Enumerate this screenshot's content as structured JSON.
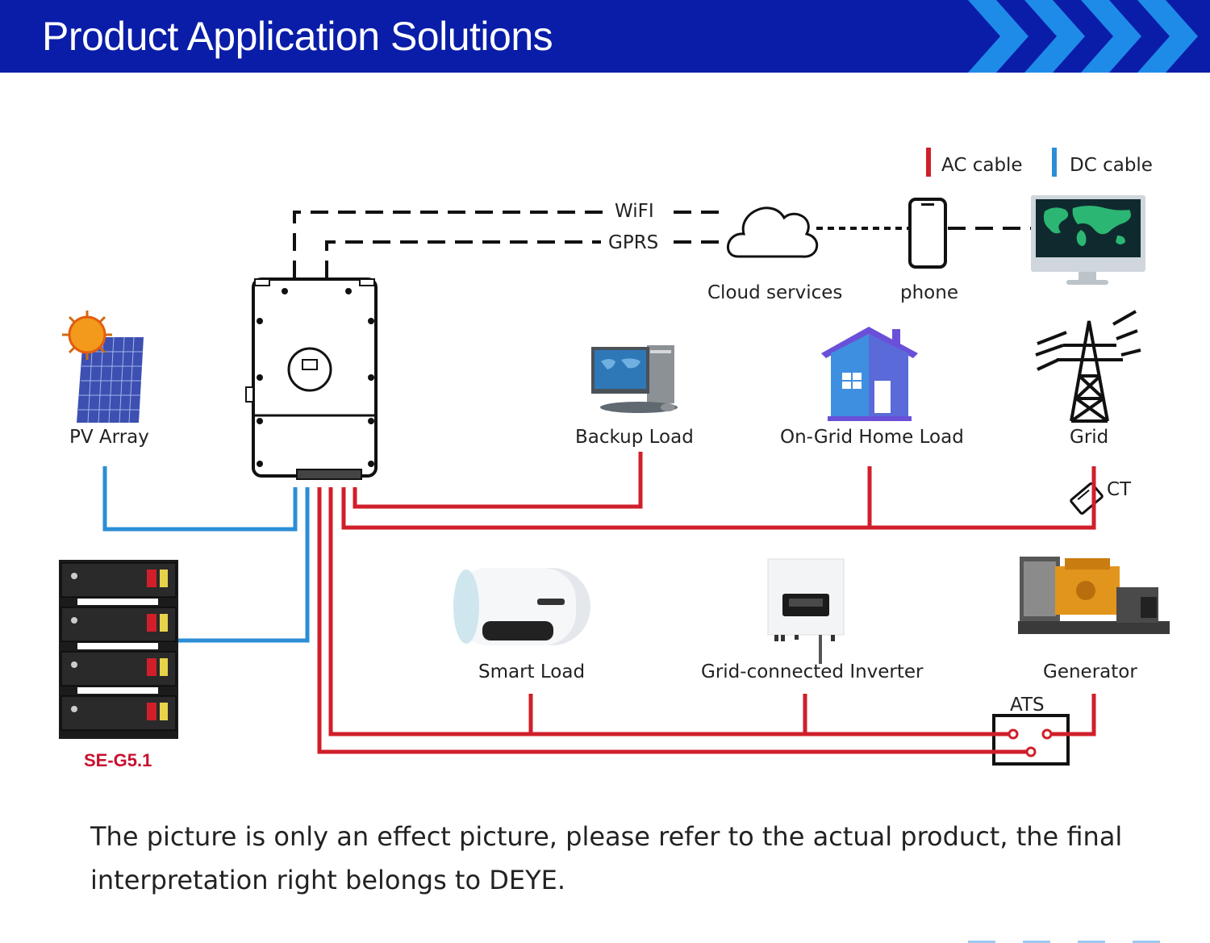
{
  "header": {
    "title": "Product Application Solutions",
    "background_color": "#0a1da8",
    "chevron_color": "#1e8be8"
  },
  "legend": {
    "ac_label": "AC cable",
    "ac_color": "#d01f2a",
    "dc_label": "DC cable",
    "dc_color": "#2b8ed6"
  },
  "connections": {
    "wifi_label": "WiFI",
    "gprs_label": "GPRS"
  },
  "components": {
    "cloud": "Cloud services",
    "phone": "phone",
    "pv_array": "PV Array",
    "backup_load": "Backup Load",
    "on_grid_home_load": "On-Grid Home Load",
    "grid": "Grid",
    "ct": "CT",
    "battery": "SE-G5.1",
    "smart_load": "Smart Load",
    "grid_connected_inverter": "Grid-connected Inverter",
    "generator": "Generator",
    "ats": "ATS"
  },
  "icons": {
    "inverter": "hybrid-inverter-icon",
    "sun_panel": "solar-panel-icon",
    "computer": "desktop-computer-icon",
    "house": "house-icon",
    "tower": "power-tower-icon",
    "monitor": "world-map-monitor-icon",
    "battery": "battery-stack-icon",
    "water_heater": "water-heater-icon",
    "generator": "diesel-generator-icon"
  },
  "footer": {
    "disclaimer": "The picture is only an effect picture, please refer to the actual product, the final interpretation right belongs to DEYE."
  }
}
